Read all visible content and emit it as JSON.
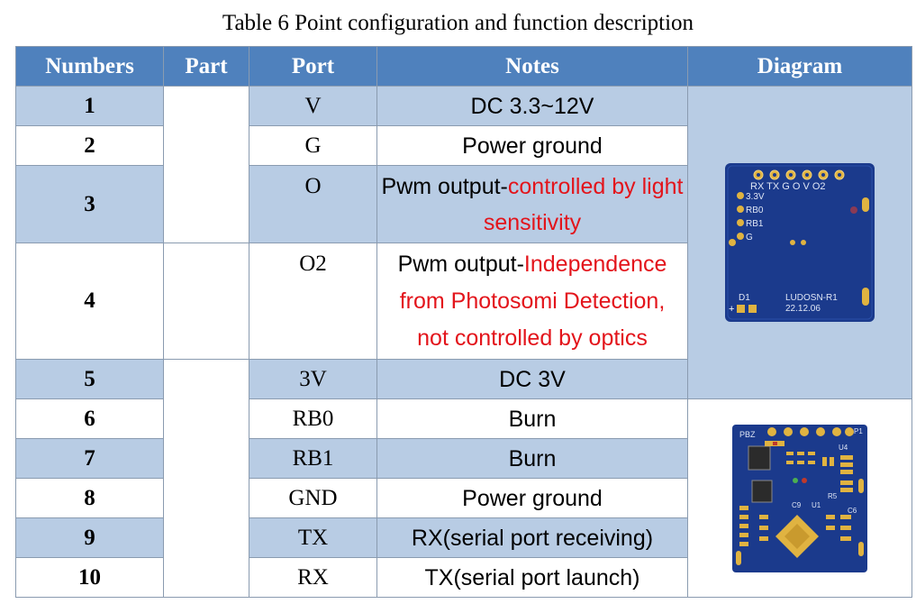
{
  "caption": "Table 6 Point configuration and function description",
  "headers": {
    "numbers": "Numbers",
    "part": "Part",
    "port": "Port",
    "notes": "Notes",
    "diagram": "Diagram"
  },
  "rows": [
    {
      "num": "1",
      "port": "V",
      "notes": "DC 3.3~12V"
    },
    {
      "num": "2",
      "port": "G",
      "notes": "Power ground"
    },
    {
      "num": "3",
      "port": "O",
      "notes_prefix": "Pwm output-",
      "notes_red": "controlled by light sensitivity"
    },
    {
      "num": "4",
      "port": "O2",
      "notes_prefix": "Pwm output-",
      "notes_red": "Independence from Photosomi Detection, not controlled by optics"
    },
    {
      "num": "5",
      "port": "3V",
      "notes": "DC 3V"
    },
    {
      "num": "6",
      "port": "RB0",
      "notes": "Burn"
    },
    {
      "num": "7",
      "port": "RB1",
      "notes": "Burn"
    },
    {
      "num": "8",
      "port": "GND",
      "notes": "Power ground"
    },
    {
      "num": "9",
      "port": "TX",
      "notes": "RX(serial port receiving)"
    },
    {
      "num": "10",
      "port": "RX",
      "notes": "TX(serial port launch)"
    }
  ],
  "diagram1": {
    "top_labels": "RX TX  G  O  V  O2",
    "side_labels": [
      "3.3V",
      "RB0",
      "RB1",
      "G"
    ],
    "d1": "D1",
    "model": "LUDOSN-R1",
    "date": "22.12.06"
  },
  "diagram2": {
    "labels": [
      "PBZ",
      "P1",
      "U4",
      "U1",
      "C9",
      "R5",
      "C6"
    ]
  },
  "colors": {
    "header_bg": "#4f81bd",
    "row_shaded": "#b8cce4",
    "pcb_blue": "#1b3a8c",
    "pad_gold": "#e0b341",
    "accent_red": "#e3141b"
  }
}
